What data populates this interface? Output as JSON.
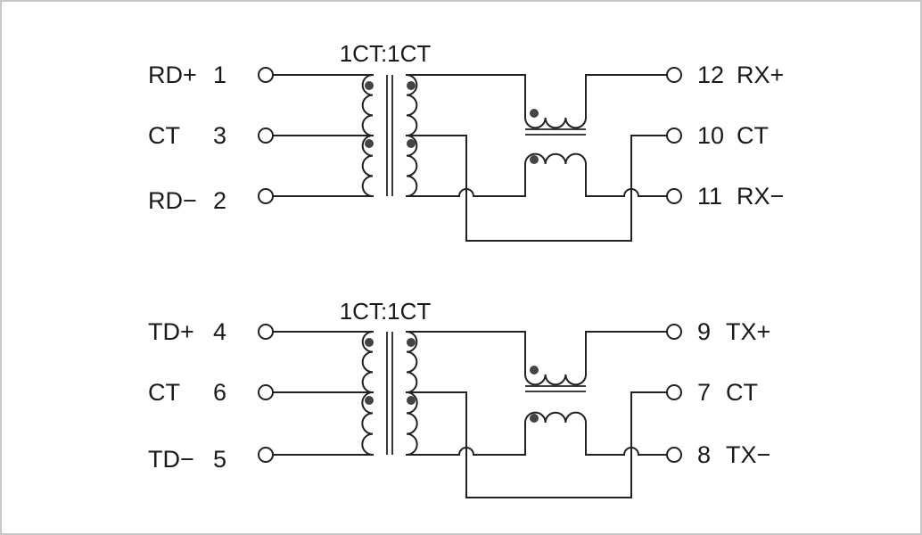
{
  "circuits": [
    {
      "ratio": "1CT:1CT",
      "pins_left": [
        {
          "name": "RD+",
          "num": "1"
        },
        {
          "name": "CT",
          "num": "3"
        },
        {
          "name": "RD−",
          "num": "2"
        }
      ],
      "pins_right": [
        {
          "num": "12",
          "name": "RX+"
        },
        {
          "num": "10",
          "name": "CT"
        },
        {
          "num": "11",
          "name": "RX−"
        }
      ]
    },
    {
      "ratio": "1CT:1CT",
      "pins_left": [
        {
          "name": "TD+",
          "num": "4"
        },
        {
          "name": "CT",
          "num": "6"
        },
        {
          "name": "TD−",
          "num": "5"
        }
      ],
      "pins_right": [
        {
          "num": "9",
          "name": "TX+"
        },
        {
          "num": "7",
          "name": "CT"
        },
        {
          "num": "8",
          "name": "TX−"
        }
      ]
    }
  ],
  "colors": {
    "line": "#222222",
    "frame": "#c8c8c8",
    "dot": "#444444"
  }
}
